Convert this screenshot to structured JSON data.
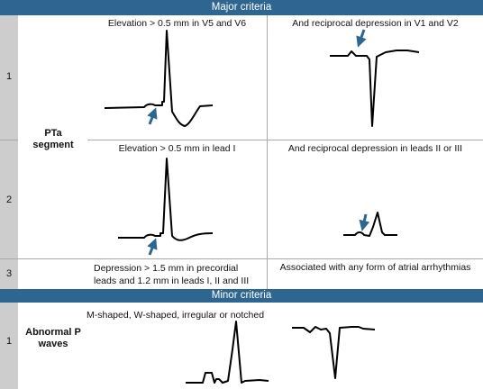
{
  "headers": {
    "major": "Major criteria",
    "minor": "Minor criteria"
  },
  "row_numbers": {
    "r1": "1",
    "r2": "2",
    "r3": "3",
    "minor1": "1"
  },
  "sections": {
    "pta_line1": "PTa",
    "pta_line2": "segment",
    "abnormal_line1": "Abnormal P",
    "abnormal_line2": "waves"
  },
  "cells": {
    "r1_left": "Elevation > 0.5 mm in V5 and V6",
    "r1_right": "And reciprocal depression in V1 and V2",
    "r2_left": "Elevation > 0.5 mm in lead I",
    "r2_right": "And reciprocal depression in leads II or III",
    "r3_left_line1": "Depression > 1.5 mm in precordial",
    "r3_left_line2": "leads and 1.2 mm in leads I, II and III",
    "r3_right": "Associated with any form of atrial arrhythmias",
    "minor_text": "M-shaped, W-shaped, irregular or notched"
  },
  "colors": {
    "header_band": "#2d6690",
    "number_column": "#cdcdcd",
    "arrow": "#2d6690",
    "trace": "#000000"
  }
}
